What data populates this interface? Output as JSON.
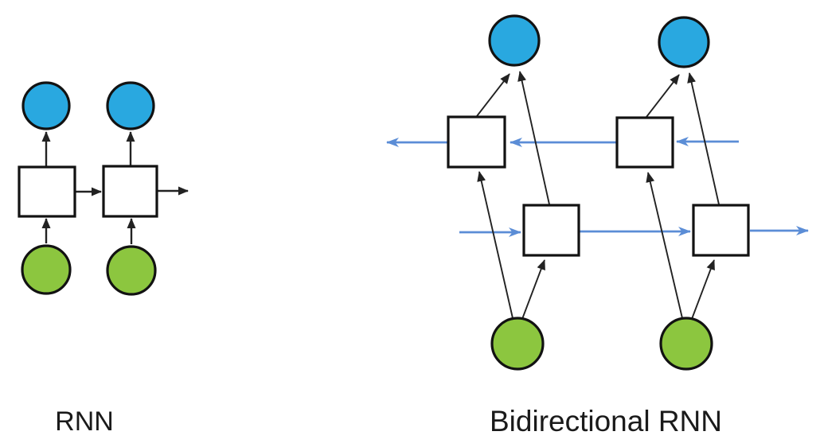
{
  "labels": {
    "left_diagram": "RNN",
    "right_diagram": "Bidirectional RNN"
  },
  "colors": {
    "background": "#ffffff",
    "output_fill": "#29a8e0",
    "input_fill": "#8cc63f",
    "hidden_fill": "#ffffff",
    "node_outline": "#121212",
    "black_arrow": "#222222",
    "blue_arrow": "#5b8dd6",
    "label_color": "#1a1a1a"
  },
  "structure": {
    "left_diagram": {
      "timesteps": 2,
      "output_nodes": 2,
      "hidden_nodes": 2,
      "input_nodes": 2,
      "hidden_chain_direction": "right",
      "node_shapes": {
        "output": "blue circle",
        "hidden": "white square",
        "input": "green circle"
      }
    },
    "right_diagram": {
      "timesteps": 2,
      "output_nodes": 2,
      "backward_hidden_nodes": 2,
      "forward_hidden_nodes": 2,
      "input_nodes": 2,
      "backward_chain_direction": "left",
      "forward_chain_direction": "right",
      "chain_arrow_color": "blue",
      "node_shapes": {
        "output": "blue circle",
        "hidden": "white square",
        "input": "green circle"
      }
    }
  }
}
